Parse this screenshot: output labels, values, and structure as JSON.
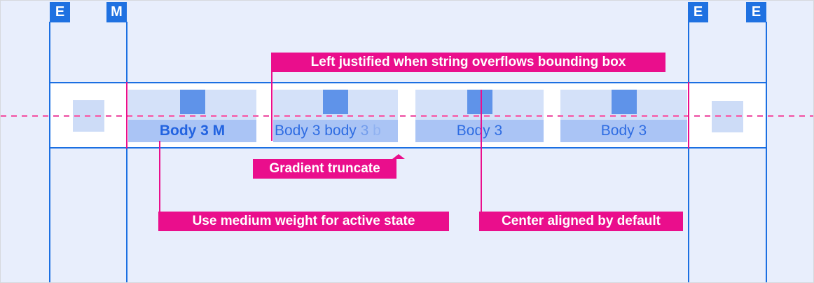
{
  "component": "tab-bar-spec",
  "colors": {
    "canvas_bg": "#e8eefc",
    "guide_blue": "#1b6fe2",
    "badge_blue": "#1f71e1",
    "tab_bg": "#d4e1f9",
    "band_bg": "#aac4f5",
    "icon_blue": "#5f93e9",
    "square_bg": "#cddcf7",
    "tab_text": "#2e6ce2",
    "magenta": "#ea0e8c",
    "dashed_pink": "#f171b5"
  },
  "rulers": {
    "badges": [
      {
        "label": "E"
      },
      {
        "label": "M"
      },
      {
        "label": "E"
      },
      {
        "label": "E"
      }
    ]
  },
  "tab_bar": {
    "tabs": [
      {
        "label": "Body 3 M",
        "state": "active"
      },
      {
        "label": "Body 3 body 3 b",
        "truncated": true,
        "parts": {
          "solid": "Body 3 body ",
          "fade1": "3",
          "fade2": " b"
        }
      },
      {
        "label": "Body 3",
        "state": "default"
      },
      {
        "label": "Body 3",
        "state": "default"
      }
    ]
  },
  "annotations": {
    "overflow": "Left justified when string overflows bounding box",
    "truncate": "Gradient truncate",
    "active_weight": "Use medium weight for active state",
    "center_aligned": "Center aligned by default"
  }
}
